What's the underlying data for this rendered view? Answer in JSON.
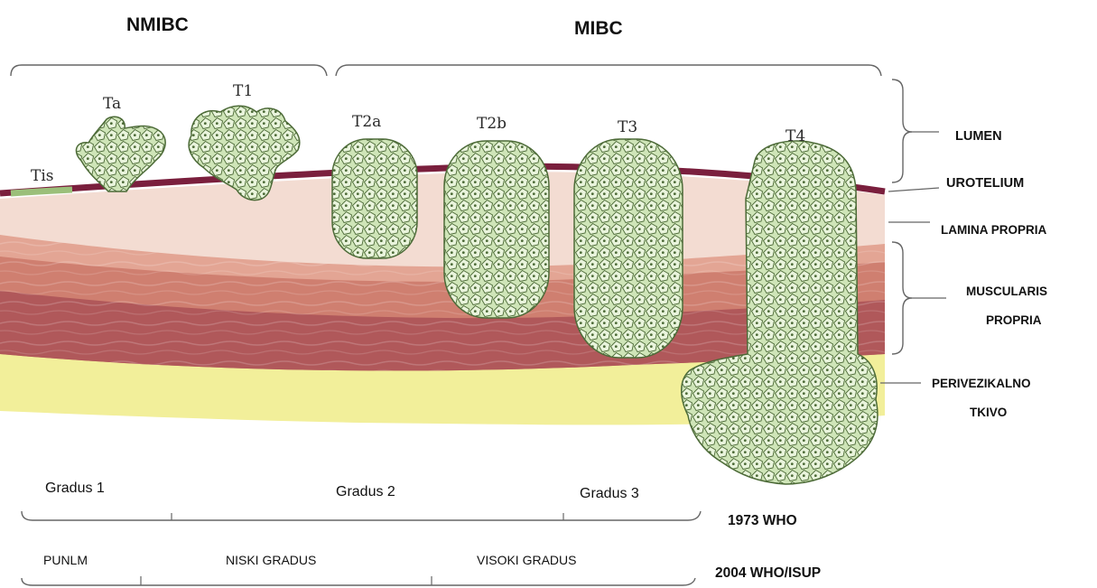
{
  "groups": {
    "nmibc": "NMIBC",
    "mibc": "MIBC"
  },
  "stages": [
    "Tis",
    "Ta",
    "T1",
    "T2a",
    "T2b",
    "T3",
    "T4"
  ],
  "layers": {
    "lumen": "LUMEN",
    "urotelium": "UROTELIUM",
    "lamina_propria": "LAMINA PROPRIA",
    "muscularis_line1": "MUSCULARIS",
    "muscularis_line2": "PROPRIA",
    "perivezikalno_line1": "PERIVEZIKALNO",
    "perivezikalno_line2": "TKIVO"
  },
  "grading_1973": {
    "g1": "Gradus 1",
    "g2": "Gradus 2",
    "g3": "Gradus 3",
    "label": "1973 WHO"
  },
  "grading_2004": {
    "punlm": "PUNLM",
    "low": "NISKI GRADUS",
    "high": "VISOKI GRADUS",
    "label": "2004 WHO/ISUP"
  },
  "colors": {
    "urothelium": "#7a1f3d",
    "tis": "#9bbf7a",
    "lamina": "#f3dcd2",
    "muscle_light": "#e3a594",
    "muscle_mid": "#cf7f70",
    "muscle_dark": "#b0585a",
    "fat": "#f2ef9a",
    "tumor_fill": "#cfe5b8",
    "tumor_cell": "#e9f4dc",
    "tumor_stroke": "#4d6b38"
  }
}
